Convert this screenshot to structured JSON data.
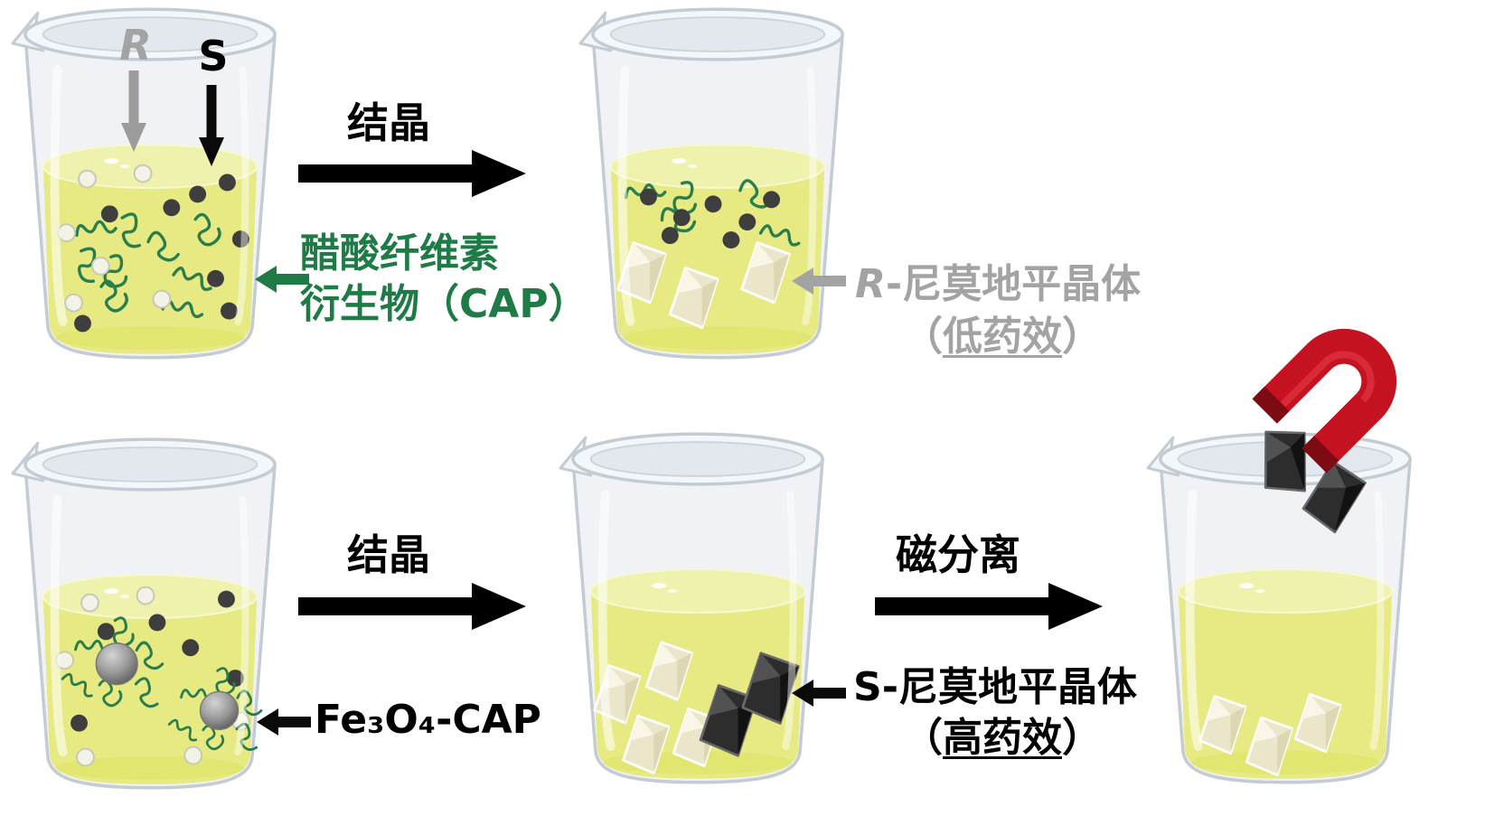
{
  "palette": {
    "liquid_yellow": "#e7ea83",
    "liquid_surface": "#eff2ad",
    "cap_green": "#1e7b45",
    "inactive_gray": "#a3a3a3",
    "text_black": "#000000",
    "magnet_red": "#c41220",
    "crystal_pale": "#ebe5c9",
    "crystal_black": "#2d2d2d"
  },
  "icons": {
    "beaker-icon": "glass beaker with yellow solution",
    "r-molecule": "light gray circle",
    "s-molecule": "dark gray circle",
    "cap-polymer-icon": "green squiggle chain",
    "fe3o4-cap-particle": "gray sphere with green polymer corona",
    "pale-crystal-icon": "cream faceted crystal",
    "black-crystal-icon": "dark faceted crystal",
    "right-arrow-icon": "solid black block arrow",
    "left-arrow-icon": "callout block arrow",
    "down-arrow-icon": "block arrow pointing down",
    "horseshoe-magnet-icon": "red U-shaped magnet"
  },
  "top_row": {
    "beaker1": {
      "r_molecule_label": "R",
      "s_molecule_label": "S"
    },
    "process_arrow_label": "结晶",
    "cap_annotation": {
      "line1": "醋酸纤维素",
      "line2": "衍生物（CAP）"
    },
    "r_crystal_annotation": {
      "name_prefix": "R",
      "name_rest": "-尼莫地平晶体",
      "paren_open": "（",
      "efficacy": "低药效",
      "paren_close": "）"
    }
  },
  "bottom_row": {
    "process_arrow_label": "结晶",
    "fe3o4_annotation": "Fe₃O₄-CAP",
    "separation_arrow_label": "磁分离",
    "s_crystal_annotation": {
      "name_prefix": "S",
      "name_rest": "-尼莫地平晶体",
      "paren_open": "（",
      "efficacy": "高药效",
      "paren_close": "）"
    }
  }
}
